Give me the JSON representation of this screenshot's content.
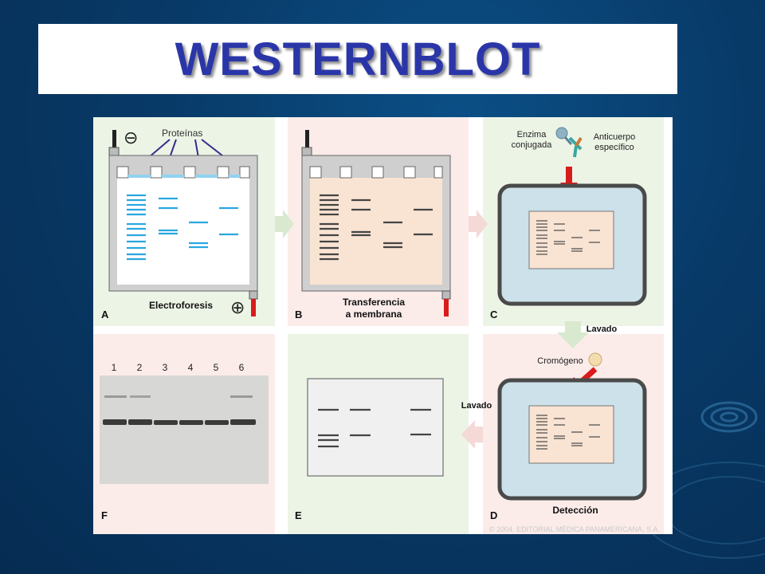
{
  "slide_title": "WESTERNBLOT",
  "panels": {
    "a": {
      "letter": "A",
      "caption": "Electroforesis",
      "proteins_label": "Proteínas",
      "minus_sign": "⊖",
      "plus_sign": "⊕"
    },
    "b": {
      "letter": "B",
      "caption_line1": "Transferencia",
      "caption_line2": "a membrana"
    },
    "c": {
      "letter": "C",
      "enzyme_line1": "Enzima",
      "enzyme_line2": "conjugada",
      "antibody_line1": "Anticuerpo",
      "antibody_line2": "específico"
    },
    "d": {
      "letter": "D",
      "chromogen_label": "Cromógeno",
      "caption": "Detección"
    },
    "e": {
      "letter": "E"
    },
    "f": {
      "letter": "F",
      "lanes": [
        "1",
        "2",
        "3",
        "4",
        "5",
        "6"
      ]
    }
  },
  "arrows": {
    "wash_down": "Lavado",
    "wash_left": "Lavado"
  },
  "copyright": "© 2004. EDITORIAL MÉDICA PANAMERICANA, S.A.",
  "colors": {
    "title": "#2a36a8",
    "panel_green": "#ecf4e6",
    "panel_pink": "#fbecea",
    "membrane": "#f9e3d2",
    "incubation_blue": "#cce1e9",
    "band_blue": "#29a7df",
    "band_dark": "#444444",
    "electrode_red": "#d81c1c"
  }
}
